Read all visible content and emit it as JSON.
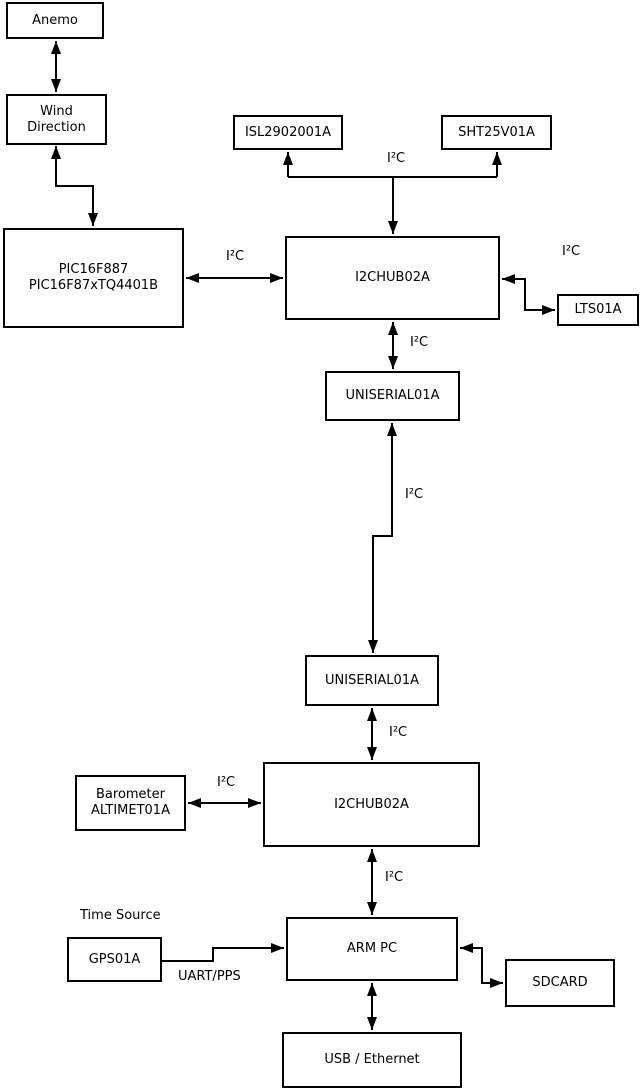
{
  "diagram": {
    "colors": {
      "line": "#000000",
      "background": "#ffffff",
      "text": "#000000"
    },
    "nodes": {
      "anemo": {
        "label": "Anemo"
      },
      "wind_direction": {
        "label": "Wind\nDirection"
      },
      "pic": {
        "label": "PIC16F887\nPIC16F87xTQ4401B"
      },
      "isl": {
        "label": "ISL2902001A"
      },
      "sht": {
        "label": "SHT25V01A"
      },
      "hub1": {
        "label": "I2CHUB02A"
      },
      "lts": {
        "label": "LTS01A"
      },
      "uniserial1": {
        "label": "UNISERIAL01A"
      },
      "uniserial2": {
        "label": "UNISERIAL01A"
      },
      "hub2": {
        "label": "I2CHUB02A"
      },
      "barometer": {
        "label": "Barometer\nALTIMET01A"
      },
      "gps": {
        "label": "GPS01A"
      },
      "arm_pc": {
        "label": "ARM PC"
      },
      "sdcard": {
        "label": "SDCARD"
      },
      "usb_ethernet": {
        "label": "USB / Ethernet"
      }
    },
    "edge_labels": {
      "i2c_pic_hub1": "I²C",
      "i2c_hub1_sensors": "I²C",
      "i2c_hub1_lts": "I²C",
      "i2c_hub1_uniserial1": "I²C",
      "i2c_uniserial_link": "I²C",
      "i2c_uniserial2_hub2": "I²C",
      "i2c_barometer_hub2": "I²C",
      "i2c_hub2_armpc": "I²C",
      "time_source": "Time Source",
      "uart_pps": "UART/PPS"
    }
  }
}
